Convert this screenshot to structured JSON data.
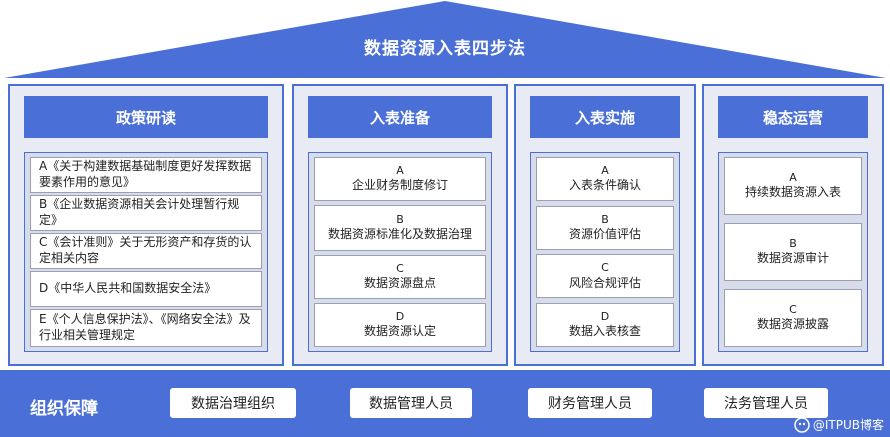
{
  "title": "数据资源入表四步法",
  "columns": [
    {
      "header": "政策研读",
      "items": [
        {
          "text": "A《关于构建数据基础制度更好发挥数据要素作用的意见》"
        },
        {
          "text": "B《企业数据资源相关会计处理暂行规定》"
        },
        {
          "text": "C《会计准则》关于无形资产和存货的认定相关内容"
        },
        {
          "text": "D《中华人民共和国数据安全法》"
        },
        {
          "text": "E《个人信息保护法》、《网络安全法》及行业相关管理规定"
        }
      ]
    },
    {
      "header": "入表准备",
      "items": [
        {
          "letter": "A",
          "text": "企业财务制度修订"
        },
        {
          "letter": "B",
          "text": "数据资源标准化及数据治理"
        },
        {
          "letter": "C",
          "text": "数据资源盘点"
        },
        {
          "letter": "D",
          "text": "数据资源认定"
        }
      ]
    },
    {
      "header": "入表实施",
      "items": [
        {
          "letter": "A",
          "text": "入表条件确认"
        },
        {
          "letter": "B",
          "text": "资源价值评估"
        },
        {
          "letter": "C",
          "text": "风险合规评估"
        },
        {
          "letter": "D",
          "text": "数据入表核查"
        }
      ]
    },
    {
      "header": "稳态运营",
      "items": [
        {
          "letter": "A",
          "text": "持续数据资源入表"
        },
        {
          "letter": "B",
          "text": "数据资源审计"
        },
        {
          "letter": "C",
          "text": "数据资源披露"
        }
      ]
    }
  ],
  "foundation": {
    "title": "组织保障",
    "items": [
      "数据治理组织",
      "数据管理人员",
      "财务管理人员",
      "法务管理人员"
    ]
  },
  "watermark": "@ITPUB博客",
  "colors": {
    "primary": "#4a6fd6",
    "panel": "#e9ebf4",
    "inner": "#d8dbe9"
  }
}
